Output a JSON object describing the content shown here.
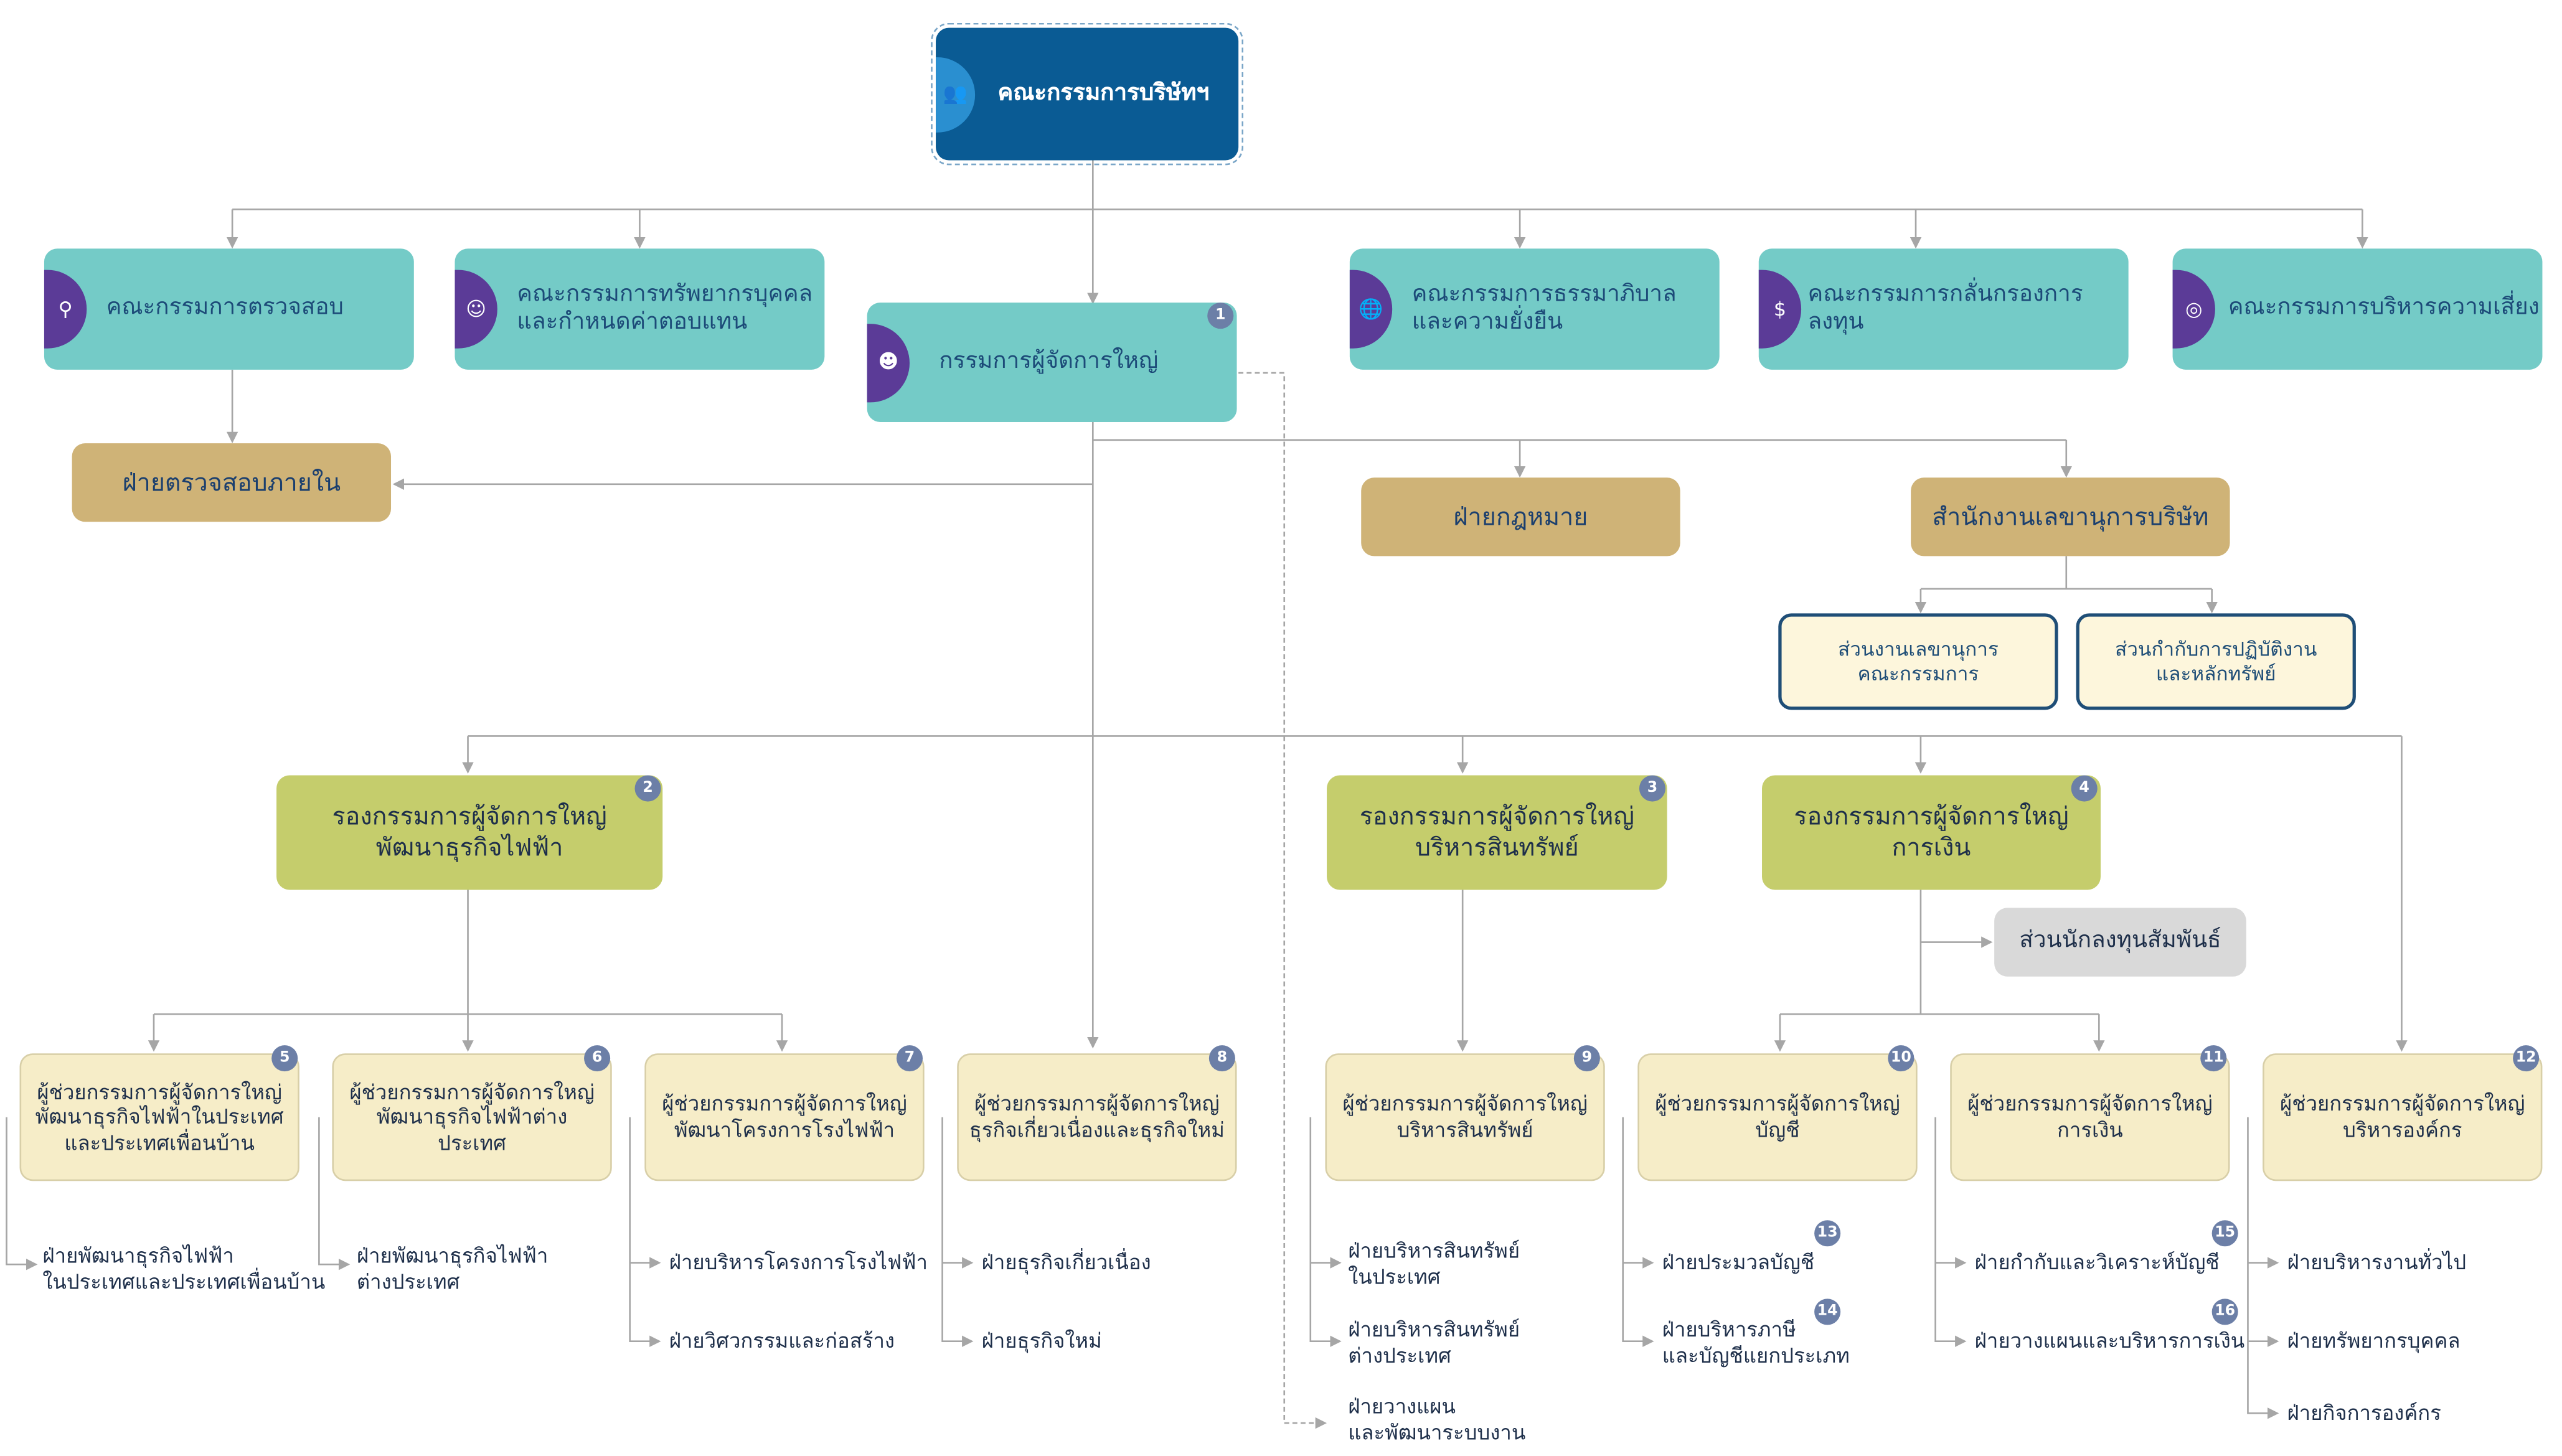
{
  "board": {
    "label": "คณะกรรมการบริษัทฯ"
  },
  "committees": [
    {
      "id": "audit",
      "label": "คณะกรรมการตรวจสอบ"
    },
    {
      "id": "hr",
      "label": "คณะกรรมการทรัพยากรบุคคล\nและกำหนดค่าตอบแทน"
    },
    {
      "id": "governance",
      "label": "คณะกรรมการธรรมาภิบาล\nและความยั่งยืน"
    },
    {
      "id": "investment",
      "label": "คณะกรรมการกลั่นกรองการลงทุน"
    },
    {
      "id": "risk",
      "label": "คณะกรรมการบริหารความเสี่ยง"
    }
  ],
  "ceo": {
    "label": "กรรมการผู้จัดการใหญ่",
    "badge": "1"
  },
  "internal_audit": "ฝ่ายตรวจสอบภายใน",
  "legal": "ฝ่ายกฎหมาย",
  "secretary": "สำนักงานเลขานุการบริษัท",
  "secretary_units": [
    "ส่วนงานเลขานุการ\nคณะกรรมการ",
    "ส่วนกำกับการปฏิบัติงาน\nและหลักทรัพย์"
  ],
  "svps": [
    {
      "label": "รองกรรมการผู้จัดการใหญ่\nพัฒนาธุรกิจไฟฟ้า",
      "badge": "2"
    },
    {
      "label": "รองกรรมการผู้จัดการใหญ่\nบริหารสินทรัพย์",
      "badge": "3"
    },
    {
      "label": "รองกรรมการผู้จัดการใหญ่\nการเงิน",
      "badge": "4"
    }
  ],
  "investor_relations": "ส่วนนักลงทุนสัมพันธ์",
  "avps": [
    {
      "label": "ผู้ช่วยกรรมการผู้จัดการใหญ่\nพัฒนาธุรกิจไฟฟ้าในประเทศ\nและประเทศเพื่อนบ้าน",
      "badge": "5"
    },
    {
      "label": "ผู้ช่วยกรรมการผู้จัดการใหญ่\nพัฒนาธุรกิจไฟฟ้าต่างประเทศ",
      "badge": "6"
    },
    {
      "label": "ผู้ช่วยกรรมการผู้จัดการใหญ่\nพัฒนาโครงการโรงไฟฟ้า",
      "badge": "7"
    },
    {
      "label": "ผู้ช่วยกรรมการผู้จัดการใหญ่\nธุรกิจเกี่ยวเนื่องและธุรกิจใหม่",
      "badge": "8"
    },
    {
      "label": "ผู้ช่วยกรรมการผู้จัดการใหญ่\nบริหารสินทรัพย์",
      "badge": "9"
    },
    {
      "label": "ผู้ช่วยกรรมการผู้จัดการใหญ่\nบัญชี",
      "badge": "10"
    },
    {
      "label": "ผู้ช่วยกรรมการผู้จัดการใหญ่\nการเงิน",
      "badge": "11"
    },
    {
      "label": "ผู้ช่วยกรรมการผู้จัดการใหญ่\nบริหารองค์กร",
      "badge": "12"
    }
  ],
  "departments": [
    {
      "label": "ฝ่ายพัฒนาธุรกิจไฟฟ้า\nในประเทศและประเทศเพื่อนบ้าน"
    },
    {
      "label": "ฝ่ายพัฒนาธุรกิจไฟฟ้า\nต่างประเทศ"
    },
    {
      "label": "ฝ่ายบริหารโครงการโรงไฟฟ้า"
    },
    {
      "label": "ฝ่ายวิศวกรรมและก่อสร้าง"
    },
    {
      "label": "ฝ่ายธุรกิจเกี่ยวเนื่อง"
    },
    {
      "label": "ฝ่ายธุรกิจใหม่"
    },
    {
      "label": "ฝ่ายบริหารสินทรัพย์\nในประเทศ"
    },
    {
      "label": "ฝ่ายบริหารสินทรัพย์\nต่างประเทศ"
    },
    {
      "label": "ฝ่ายวางแผน\nและพัฒนาระบบงาน"
    },
    {
      "label": "ฝ่ายประมวลบัญชี",
      "badge": "13"
    },
    {
      "label": "ฝ่ายบริหารภาษี\nและบัญชีแยกประเภท",
      "badge": "14"
    },
    {
      "label": "ฝ่ายกำกับและวิเคราะห์บัญชี",
      "badge": "15"
    },
    {
      "label": "ฝ่ายวางแผนและบริหารการเงิน",
      "badge": "16"
    },
    {
      "label": "ฝ่ายบริหารงานทั่วไป"
    },
    {
      "label": "ฝ่ายทรัพยากรบุคคล"
    },
    {
      "label": "ฝ่ายกิจการองค์กร"
    }
  ],
  "colors": {
    "board": "#0a5b94",
    "committee": "#74cbc7",
    "icon_tab": "#5b3b97",
    "staff_unit": "#cfb377",
    "svp": "#c5cd6c",
    "avp": "#f6edc8",
    "badge": "#6c7fa7",
    "connector": "#a6a6a6"
  },
  "icons": [
    "people-icon",
    "magnifier-icon",
    "group-icon",
    "ceo-icon",
    "globe-hand-icon",
    "money-hand-icon",
    "target-icon"
  ]
}
